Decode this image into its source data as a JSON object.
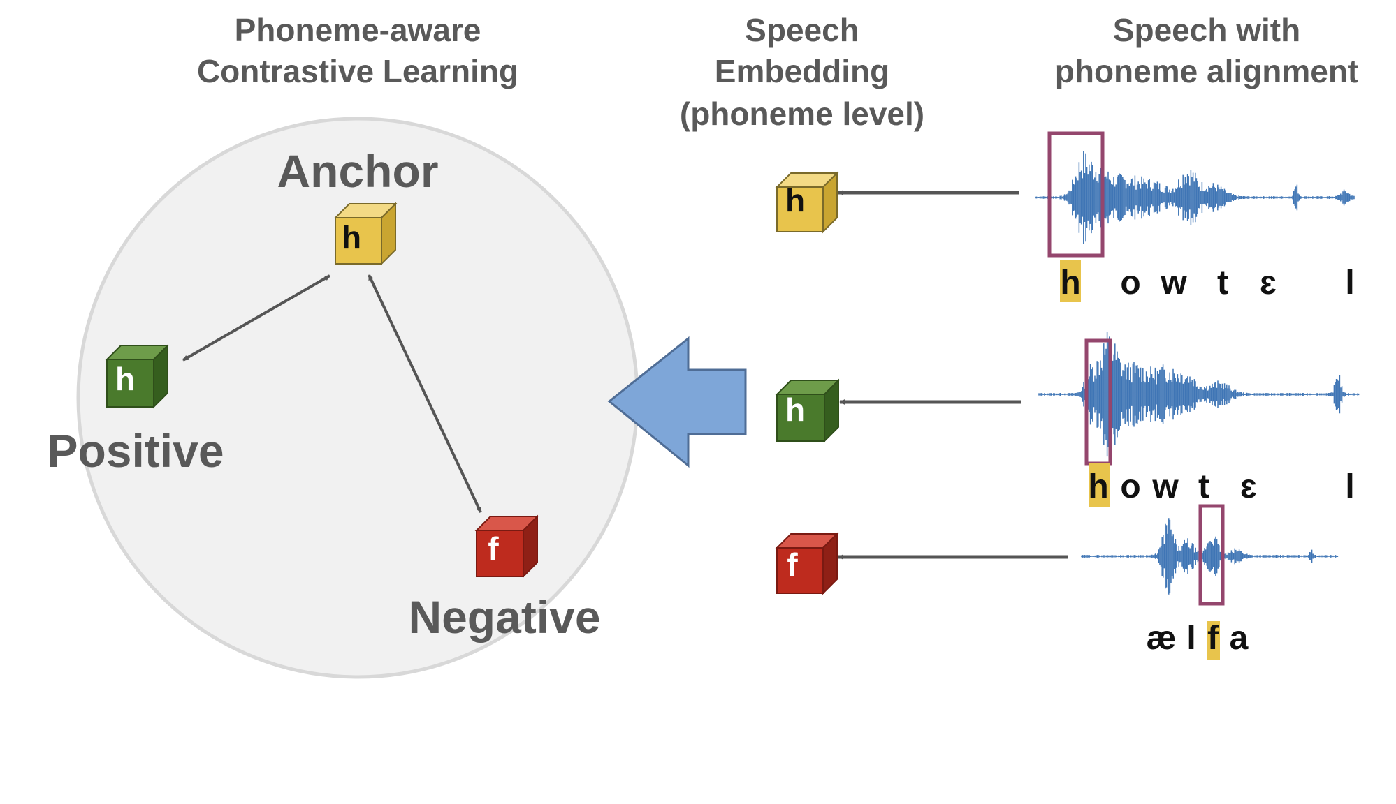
{
  "headings": {
    "left_line1": "Phoneme-aware",
    "left_line2": "Contrastive Learning",
    "mid_line1": "Speech",
    "mid_line2": "Embedding",
    "mid_line3": "(phoneme level)",
    "right_line1": "Speech with",
    "right_line2": "phoneme alignment"
  },
  "roles": {
    "anchor": "Anchor",
    "positive": "Positive",
    "negative": "Negative"
  },
  "cubes": {
    "anchor": "h",
    "positive": "h",
    "negative": "f",
    "emb_anchor": "h",
    "emb_positive": "h",
    "emb_negative": "f"
  },
  "phonemes": {
    "row1": [
      "h",
      "o",
      "w",
      "t",
      "ɛ",
      "l"
    ],
    "row2": [
      "h",
      "o",
      "w",
      "t",
      "ɛ",
      "l"
    ],
    "row3": [
      "æ",
      "l",
      "f",
      "a"
    ]
  },
  "colors": {
    "yellow": "#e8c44c",
    "green": "#4a7a2c",
    "red": "#be2b1e",
    "wave": "#3f75b5",
    "highlight_box": "#94466d",
    "big_arrow": "#7ea6d8",
    "sphere": "#f1f1f1",
    "text": "#595959"
  }
}
